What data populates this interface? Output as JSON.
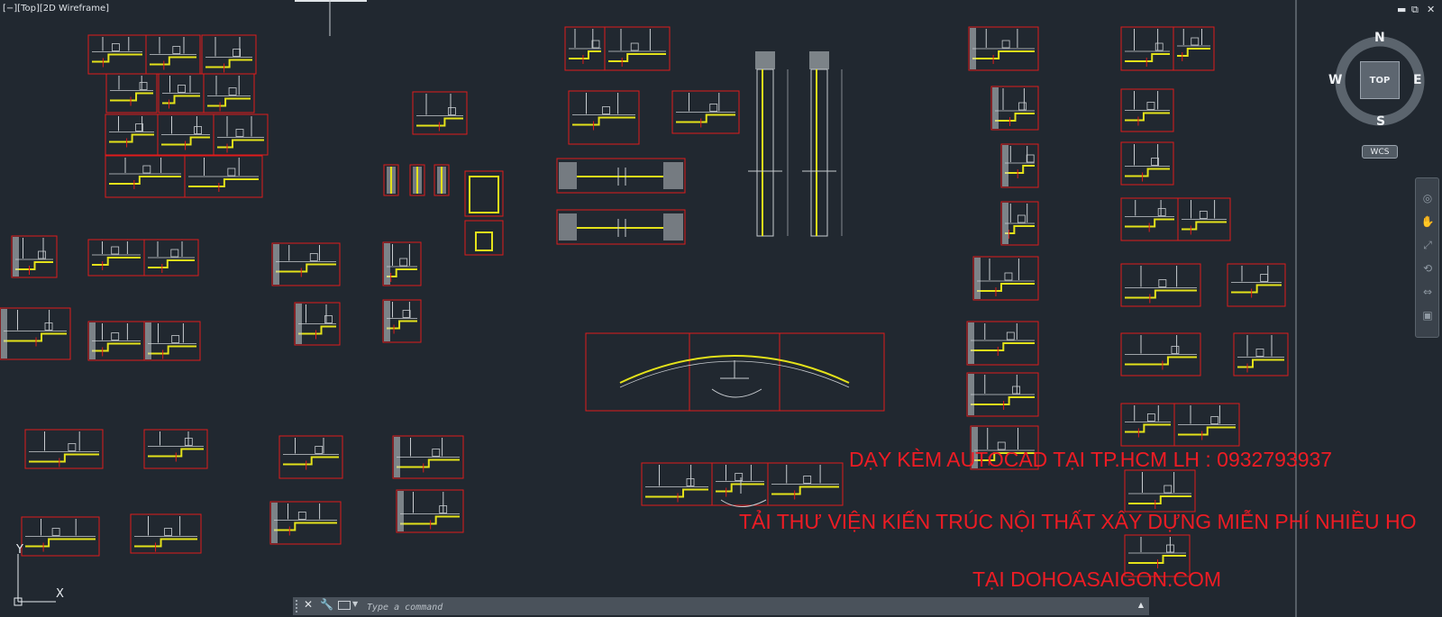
{
  "viewport": {
    "label": "[−][Top][2D Wireframe]"
  },
  "window_controls": {
    "minimize": "▬",
    "restore": "⧉",
    "close": "✕"
  },
  "viewcube": {
    "top": "TOP",
    "north": "N",
    "south": "S",
    "east": "E",
    "west": "W",
    "ucs": "WCS"
  },
  "ucs_icon": {
    "x": "X",
    "y": "Y"
  },
  "command_line": {
    "placeholder": "Type a command",
    "close": "✕",
    "wrench": "🔧",
    "up_arrow": "▲"
  },
  "watermark": {
    "line1": "DẠY KÈM AUTOCAD TẠI TP.HCM LH : 0932793937",
    "line2": "TẢI THƯ VIỆN KIẾN TRÚC NỘI THẤT XÂY DỰNG MIỄN PHÍ NHIỀU HO",
    "line3": "TẠI DOHOASAIGON.COM"
  },
  "colors": {
    "background": "#212830",
    "frame": "#e01b1b",
    "ceiling": "#e4e21a",
    "linework": "#c8ccd0",
    "watermark": "#ee1c24"
  }
}
